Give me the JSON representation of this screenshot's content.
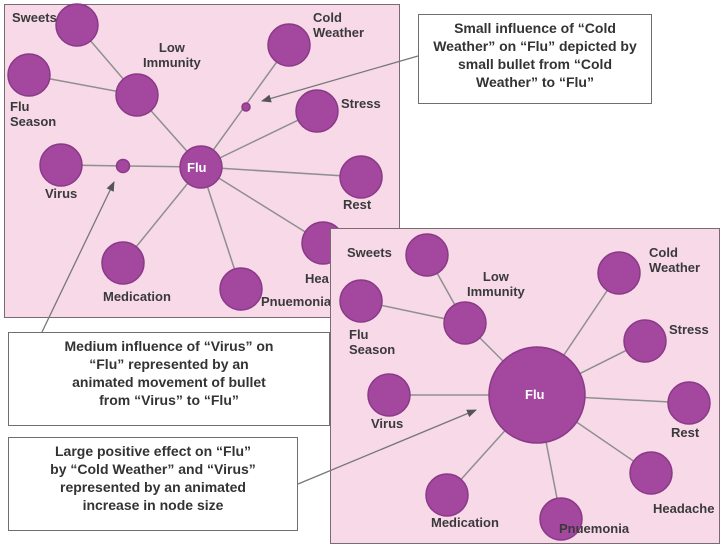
{
  "top_panel": {
    "nodes": {
      "sweets": "Sweets",
      "low_immunity": "Low\nImmunity",
      "cold_weather": "Cold\nWeather",
      "flu_season": "Flu\nSeason",
      "stress": "Stress",
      "virus": "Virus",
      "flu": "Flu",
      "rest": "Rest",
      "headache": "Hea",
      "medication": "Medication",
      "pneumonia": "Pnuemonia"
    }
  },
  "bottom_panel": {
    "nodes": {
      "sweets": "Sweets",
      "low_immunity": "Low\nImmunity",
      "cold_weather": "Cold\nWeather",
      "flu_season": "Flu\nSeason",
      "stress": "Stress",
      "virus": "Virus",
      "flu": "Flu",
      "rest": "Rest",
      "headache": "Headache",
      "medication": "Medication",
      "pneumonia": "Pnuemonia"
    }
  },
  "callouts": {
    "small": "Small influence of “Cold\nWeather” on “Flu” depicted by\nsmall bullet from “Cold\nWeather” to “Flu”",
    "medium": "Medium influence of “Virus” on\n“Flu” represented by an\nanimated movement of bullet\nfrom “Virus” to “Flu”",
    "large": "Large positive effect on “Flu”\nby “Cold Weather” and “Virus”\nrepresented by an animated\nincrease in node size"
  },
  "colors": {
    "panel_bg": "#f7d9e8",
    "node_fill": "#a3479f",
    "node_stroke": "#8a3a86",
    "edge": "#8f8f8f"
  }
}
